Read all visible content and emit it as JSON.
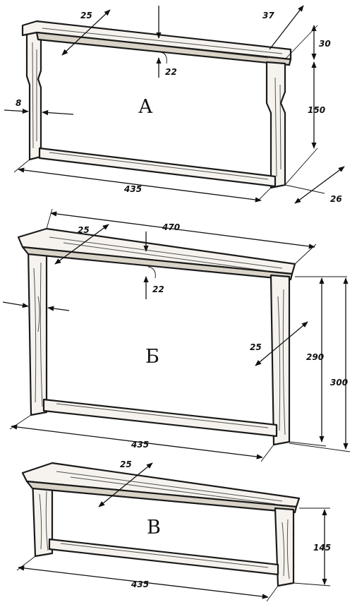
{
  "frames": [
    {
      "id": "A",
      "letter": "А",
      "dims": {
        "top_bar_depth": "25",
        "top_bar_thick": "22",
        "lug_length": "37",
        "lug_height": "30",
        "side_width": "8",
        "side_height": "150",
        "bottom_length": "435",
        "bottom_depth": "26"
      }
    },
    {
      "id": "B",
      "letter": "Б",
      "dims": {
        "top_length": "470",
        "top_bar_depth": "25",
        "top_bar_thick": "22",
        "side_depth": "25",
        "inner_height": "290",
        "full_height": "300",
        "bottom_length": "435"
      }
    },
    {
      "id": "C",
      "letter": "В",
      "dims": {
        "top_bar_depth": "25",
        "height": "145",
        "bottom_length": "435"
      }
    }
  ]
}
